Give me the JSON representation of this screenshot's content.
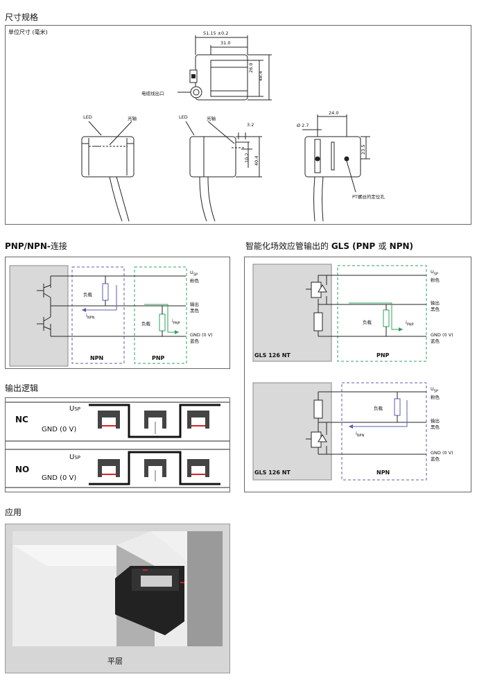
{
  "sections": {
    "dimensions_title": "尺寸规格",
    "pnp_npn_title_bold": "PNP/NPN-",
    "pnp_npn_title_rest": "连接",
    "gls_title_pre": "智能化场效应管输出的 ",
    "gls_title_bold1": "GLS (PNP ",
    "gls_title_mid": "或",
    "gls_title_bold2": " NPN)",
    "logic_title": "输出逻辑",
    "application_title": "应用"
  },
  "dimensions": {
    "unit_label": "单位尺寸 (毫米)",
    "dim_width_total": "51.15 ±0.2",
    "dim_width_inner": "31.0",
    "dim_height_inner": "26.0",
    "dim_height_total": "48.4",
    "cable_exit": "电缆线出口",
    "led_label_1": "LED",
    "axis_label_1": "光轴",
    "led_label_2": "LED",
    "axis_label_2": "光轴",
    "dim_3_2": "3.2",
    "dim_10_2": "10.2",
    "dim_40_4": "40.4",
    "dim_dia": "Ø 2.7",
    "dim_24": "24.0",
    "dim_23_5": "23.5",
    "pt_hole": "PT螺丝的定位孔"
  },
  "pnp_npn": {
    "usp_u": "U",
    "usp_sub": "SP",
    "usp_cn": "粉色",
    "out": "输出",
    "out_cn": "黑色",
    "gnd": "GND (0 V)",
    "gnd_cn": "蓝色",
    "load1": "负载",
    "load2": "负载",
    "inpn_i": "i",
    "inpn_sub": "NPN",
    "ipnp_i": "i",
    "ipnp_sub": "PNP",
    "npn_label": "NPN",
    "pnp_label": "PNP"
  },
  "gls_pnp": {
    "usp_u": "U",
    "usp_sub": "SP",
    "usp_cn": "粉色",
    "out": "输出",
    "out_cn": "黑色",
    "gnd": "GND (0 V)",
    "gnd_cn": "蓝色",
    "load": "负载",
    "i": "i",
    "i_sub": "PNP",
    "device": "GLS 126 NT",
    "type": "PNP"
  },
  "gls_npn": {
    "usp_u": "U",
    "usp_sub": "SP",
    "usp_cn": "粉色",
    "out": "输出",
    "out_cn": "黑色",
    "gnd": "GND (0 V)",
    "gnd_cn": "蓝色",
    "load": "负载",
    "i": "i",
    "i_sub": "NPN",
    "device": "GLS 126 NT",
    "type": "NPN"
  },
  "logic": {
    "nc": "NC",
    "no": "NO",
    "usp_u": "U",
    "usp_sub": "SP",
    "gnd": "GND (0 V)",
    "usp_u2": "U",
    "usp_sub2": "SP",
    "gnd2": "GND (0 V)"
  },
  "application": {
    "caption": "平层"
  },
  "colors": {
    "npn_dash": "#5b5bb5",
    "pnp_dash": "#2aa35a",
    "red": "#d82020",
    "gray_panel": "#d9d9d9"
  }
}
